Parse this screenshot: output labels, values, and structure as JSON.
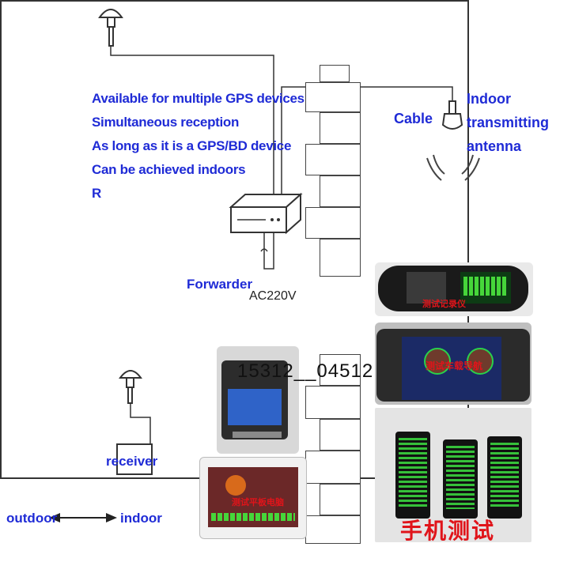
{
  "features": [
    "Available for multiple GPS devices",
    "Simultaneous reception",
    "As long as it is a GPS/BD device",
    "Can be achieved indoors",
    "R"
  ],
  "labels": {
    "cable": "Cable",
    "indoor_antenna_line1": "Indoor",
    "indoor_antenna_line2": "transmitting",
    "indoor_antenna_line3": "antenna",
    "forwarder": "Forwarder",
    "power": "AC220V",
    "receiver": "receiver",
    "outdoor": "outdoor",
    "indoor": "indoor",
    "phone_number": "15312__04512"
  },
  "colors": {
    "label_blue": "#1f2bd6",
    "line": "#333333",
    "phone_test_red": "#e0141a"
  },
  "photos": [
    {
      "name": "car-dvr-photo",
      "caption": "测试记录仪"
    },
    {
      "name": "car-navigation-photo",
      "caption": "测试车载导航"
    },
    {
      "name": "vehicle-terminal-photo",
      "caption": ""
    },
    {
      "name": "tablet-photo",
      "caption": "测试平板电脑"
    },
    {
      "name": "phones-photo",
      "caption": "手机测试"
    }
  ]
}
